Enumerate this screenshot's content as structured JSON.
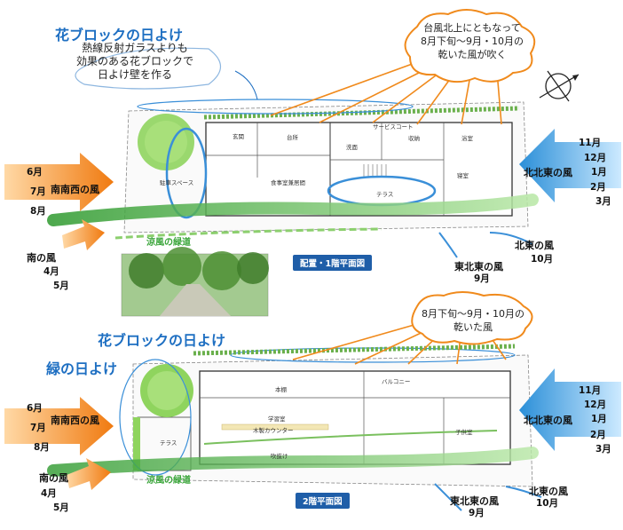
{
  "top": {
    "title": "花ブロックの日よけ",
    "subtitle_lines": [
      "熱線反射ガラスよりも",
      "効果のある花ブロックで",
      "日よけ壁を作る"
    ],
    "typhoon_callout": [
      "台風北上にともなって",
      "8月下旬〜9月・10月の",
      "乾いた風が吹く"
    ],
    "ssw_wind": "南南西の風",
    "ssw_months": [
      "6月",
      "7月",
      "8月"
    ],
    "south_wind": "南の風",
    "south_months": [
      "4月",
      "5月"
    ],
    "nne_wind": "北北東の風",
    "nne_months": [
      "11月",
      "12月",
      "1月",
      "2月",
      "3月"
    ],
    "ne_wind": "北東の風",
    "ne_month": "10月",
    "ene_wind": "東北東の風",
    "ene_month": "9月",
    "green_path": "涼風の緑道",
    "plan_label": "配置・1階平面図",
    "rooms": [
      "サービスコート",
      "台所",
      "玄関",
      "駐車スペース",
      "食事室兼居間",
      "テラス",
      "寝室",
      "収納",
      "浴室",
      "洗面"
    ]
  },
  "bottom": {
    "title": "花ブロックの日よけ",
    "green_shade": "緑の日よけ",
    "callout": [
      "8月下旬〜9月・10月の",
      "乾いた風"
    ],
    "ssw_wind": "南南西の風",
    "ssw_months": [
      "6月",
      "7月",
      "8月"
    ],
    "south_wind": "南の風",
    "south_months": [
      "4月",
      "5月"
    ],
    "nne_wind": "北北東の風",
    "nne_months": [
      "11月",
      "12月",
      "1月",
      "2月",
      "3月"
    ],
    "ne_wind": "北東の風",
    "ne_month": "10月",
    "ene_wind": "東北東の風",
    "ene_month": "9月",
    "green_path": "涼風の緑道",
    "plan_label": "2階平面図",
    "rooms": [
      "学習室",
      "子供室",
      "バルコニー",
      "テラス",
      "吹抜け",
      "本棚",
      "木製カウンター"
    ]
  },
  "colors": {
    "accent_blue": "#1e6fc2",
    "wind_orange": "#f08a1c",
    "wind_blue": "#3aa0e0",
    "green": "#3aa53a"
  },
  "icons": [
    "compass-icon"
  ]
}
